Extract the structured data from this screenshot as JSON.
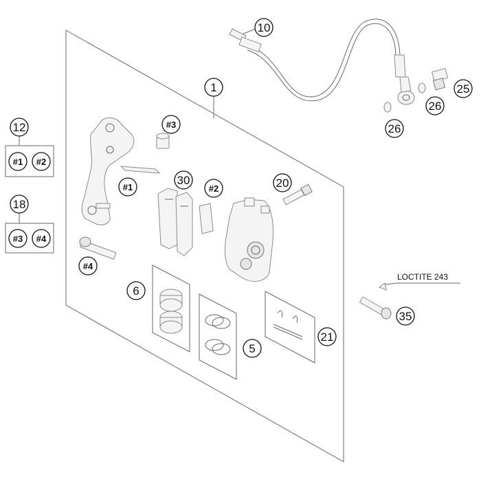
{
  "callouts": {
    "c1": "1",
    "c5": "5",
    "c6": "6",
    "c10": "10",
    "c12": "12",
    "c18": "18",
    "c20": "20",
    "c21": "21",
    "c25": "25",
    "c26a": "26",
    "c26b": "26",
    "c30": "30",
    "c35": "35",
    "h1": "#1",
    "h2": "#2",
    "h3": "#3",
    "h4": "#4",
    "k12a": "#1",
    "k12b": "#2",
    "k18a": "#3",
    "k18b": "#4"
  },
  "note": "LOCTITE 243"
}
